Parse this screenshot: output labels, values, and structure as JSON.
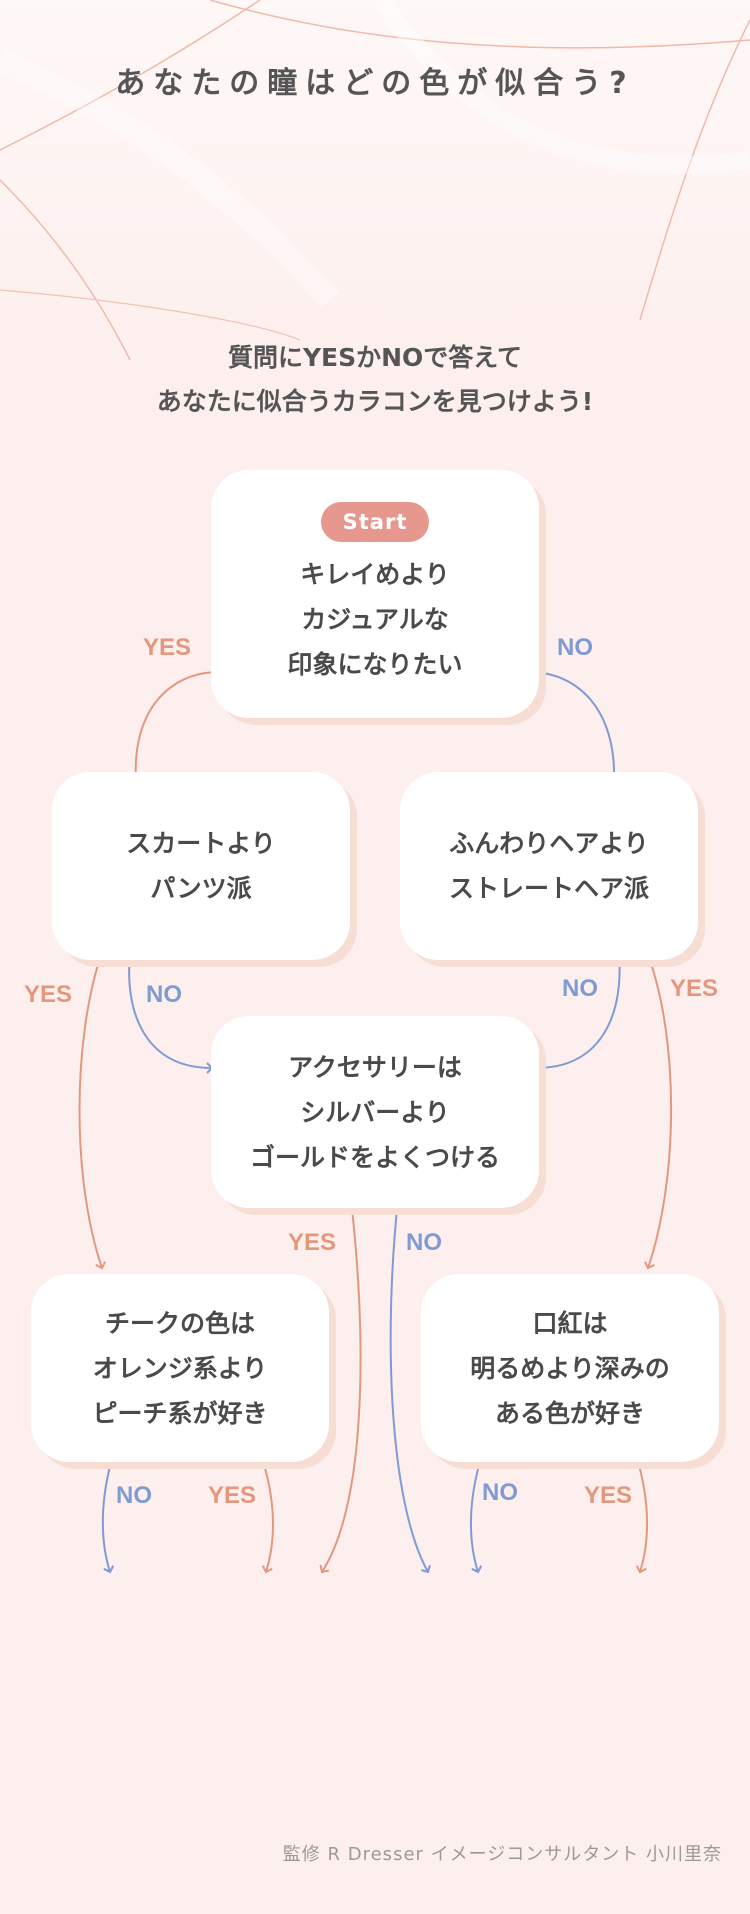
{
  "title": "あなたの瞳はどの色が似合う?",
  "intro": {
    "line1": "質問にYESかNOで答えて",
    "line2": "あなたに似合うカラコンを見つけよう!"
  },
  "nodes": {
    "start": {
      "badge": "Start",
      "lines": [
        "キレイめより",
        "カジュアルな",
        "印象になりたい"
      ]
    },
    "q_skirt": {
      "lines": [
        "スカートより",
        "パンツ派"
      ]
    },
    "q_hair": {
      "lines": [
        "ふんわりヘアより",
        "ストレートヘア派"
      ]
    },
    "q_accessory": {
      "lines": [
        "アクセサリーは",
        "シルバーより",
        "ゴールドをよくつける"
      ]
    },
    "q_cheek": {
      "lines": [
        "チークの色は",
        "オレンジ系より",
        "ピーチ系が好き"
      ]
    },
    "q_lipstick": {
      "lines": [
        "口紅は",
        "明るめより深みの",
        "ある色が好き"
      ]
    }
  },
  "answers": {
    "yes": "YES",
    "no": "NO"
  },
  "colors": {
    "yes": "#e3987d",
    "no": "#7f9bd4",
    "badge": "#e6988e",
    "background": "#fdefed"
  },
  "credit": "監修 R Dresser イメージコンサルタント 小川里奈"
}
